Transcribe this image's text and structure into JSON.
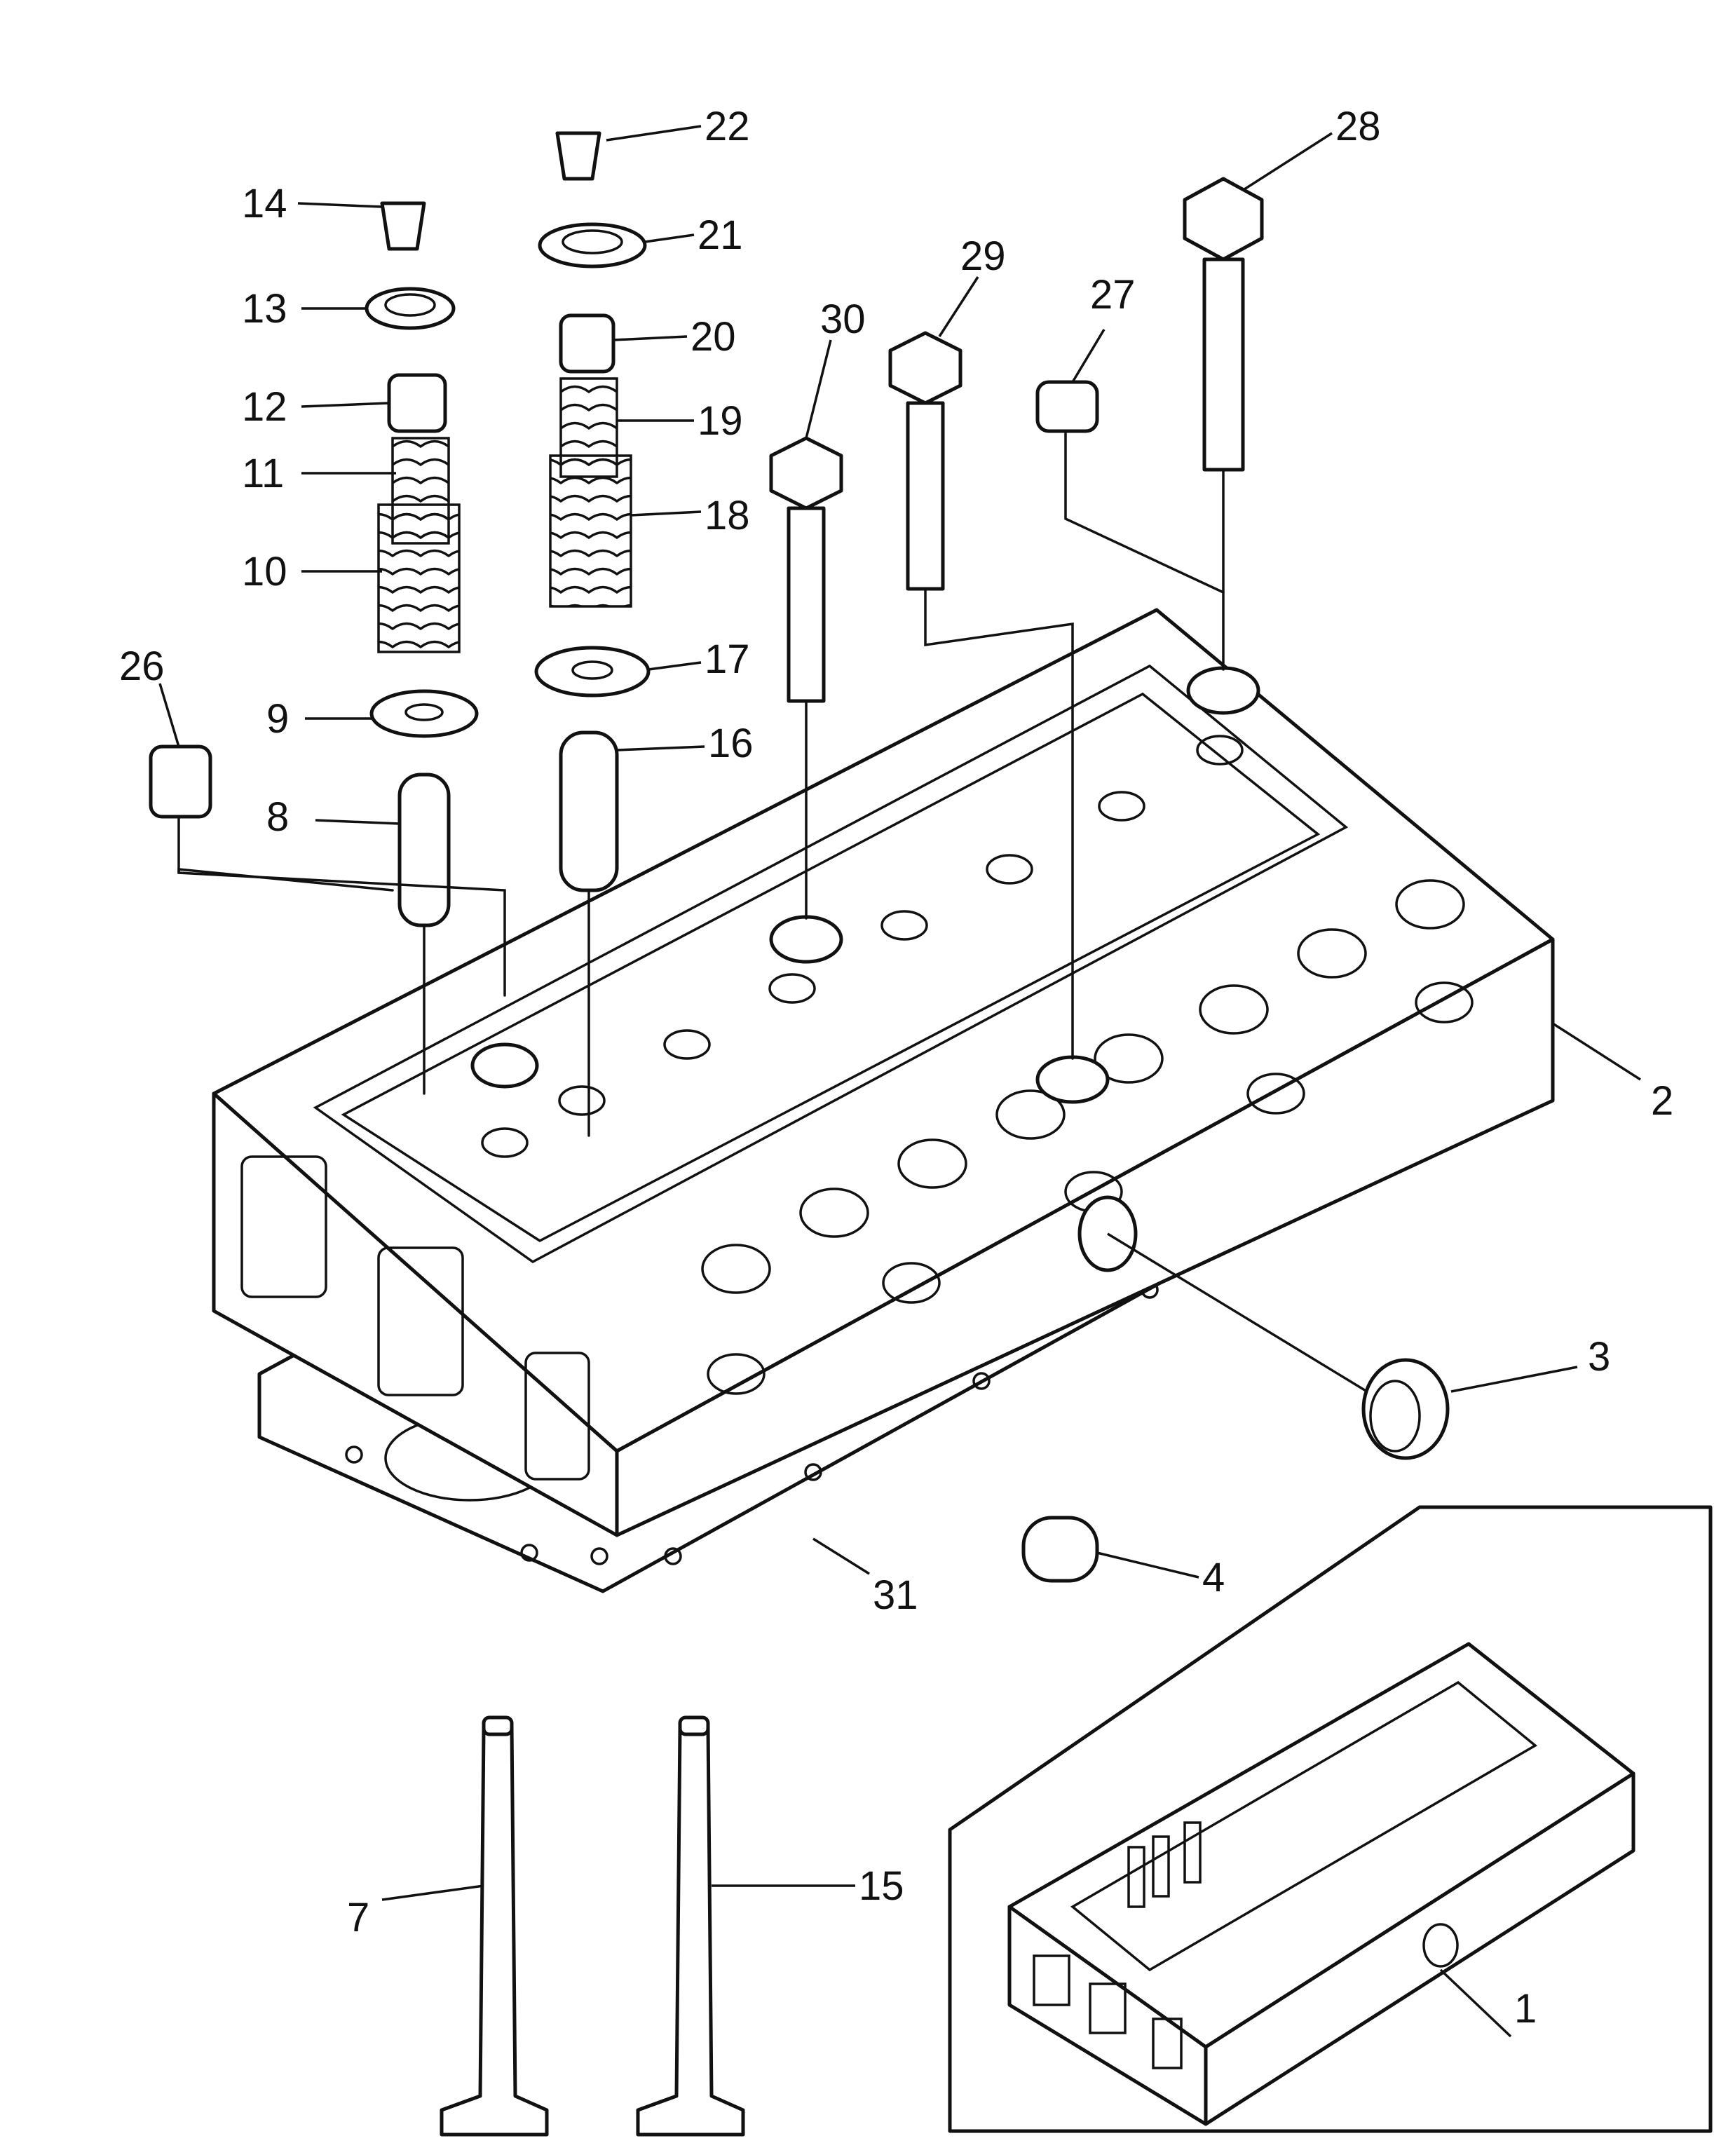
{
  "colors": {
    "line": "#111111",
    "background": "#ffffff"
  },
  "callouts": [
    {
      "id": "1",
      "text": "1"
    },
    {
      "id": "2",
      "text": "2"
    },
    {
      "id": "3",
      "text": "3"
    },
    {
      "id": "4",
      "text": "4"
    },
    {
      "id": "7",
      "text": "7"
    },
    {
      "id": "8",
      "text": "8"
    },
    {
      "id": "9",
      "text": "9"
    },
    {
      "id": "10",
      "text": "10"
    },
    {
      "id": "11",
      "text": "11"
    },
    {
      "id": "12",
      "text": "12"
    },
    {
      "id": "13",
      "text": "13"
    },
    {
      "id": "14",
      "text": "14"
    },
    {
      "id": "15",
      "text": "15"
    },
    {
      "id": "16",
      "text": "16"
    },
    {
      "id": "17",
      "text": "17"
    },
    {
      "id": "18",
      "text": "18"
    },
    {
      "id": "19",
      "text": "19"
    },
    {
      "id": "20",
      "text": "20"
    },
    {
      "id": "21",
      "text": "21"
    },
    {
      "id": "22",
      "text": "22"
    },
    {
      "id": "26",
      "text": "26"
    },
    {
      "id": "27",
      "text": "27"
    },
    {
      "id": "28",
      "text": "28"
    },
    {
      "id": "29",
      "text": "29"
    },
    {
      "id": "30",
      "text": "30"
    },
    {
      "id": "31",
      "text": "31"
    }
  ]
}
